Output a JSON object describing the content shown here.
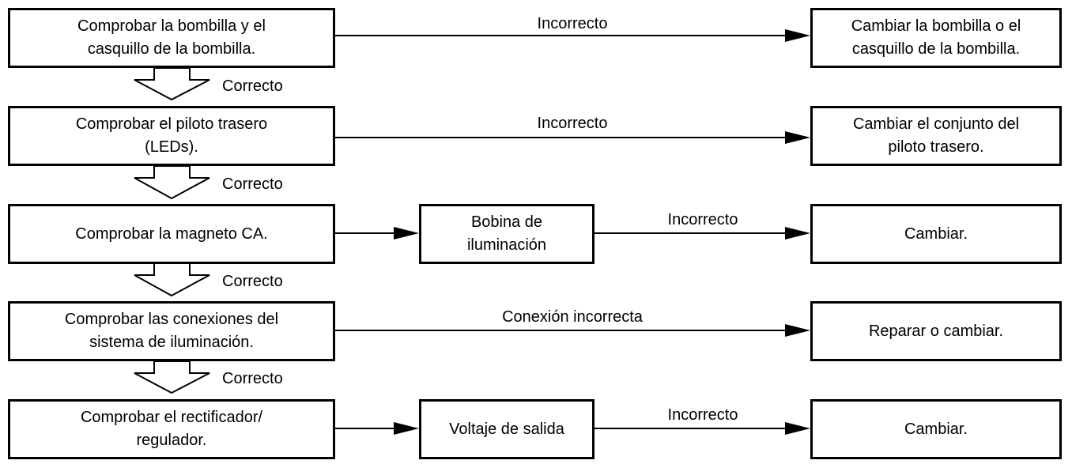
{
  "rows": [
    {
      "check": "Comprobar la bombilla y el\ncasquillo de la bombilla.",
      "mid": null,
      "branch_label": "Incorrecto",
      "result": "Cambiar la bombilla o el\ncasquillo de la bombilla.",
      "next_label": "Correcto"
    },
    {
      "check": "Comprobar el piloto trasero\n(LEDs).",
      "mid": null,
      "branch_label": "Incorrecto",
      "result": "Cambiar el conjunto del\npiloto trasero.",
      "next_label": "Correcto"
    },
    {
      "check": "Comprobar la magneto CA.",
      "mid": "Bobina de\niluminación",
      "branch_label": "Incorrecto",
      "result": "Cambiar.",
      "next_label": "Correcto"
    },
    {
      "check": "Comprobar las conexiones del\nsistema de iluminación.",
      "mid": null,
      "branch_label": "Conexión incorrecta",
      "result": "Reparar o cambiar.",
      "next_label": "Correcto"
    },
    {
      "check": "Comprobar el rectificador/\nregulador.",
      "mid": "Voltaje de salida",
      "branch_label": "Incorrecto",
      "result": "Cambiar.",
      "next_label": null
    }
  ]
}
